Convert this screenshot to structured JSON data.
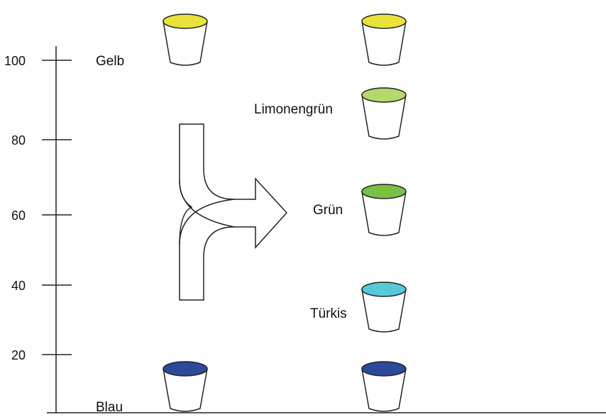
{
  "scale": {
    "ticks": [
      "100",
      "80",
      "60",
      "40",
      "20"
    ]
  },
  "labels": {
    "top": "Gelb",
    "bottom": "Blau",
    "mix_1": "Limonengrün",
    "mix_2": "Grün",
    "mix_3": "Türkis"
  },
  "colors": {
    "yellow": "#e8e23a",
    "lime": "#b4d96a",
    "green": "#7cc043",
    "turquoise": "#57c9d9",
    "blue": "#2d4a9a",
    "line": "#222222"
  }
}
